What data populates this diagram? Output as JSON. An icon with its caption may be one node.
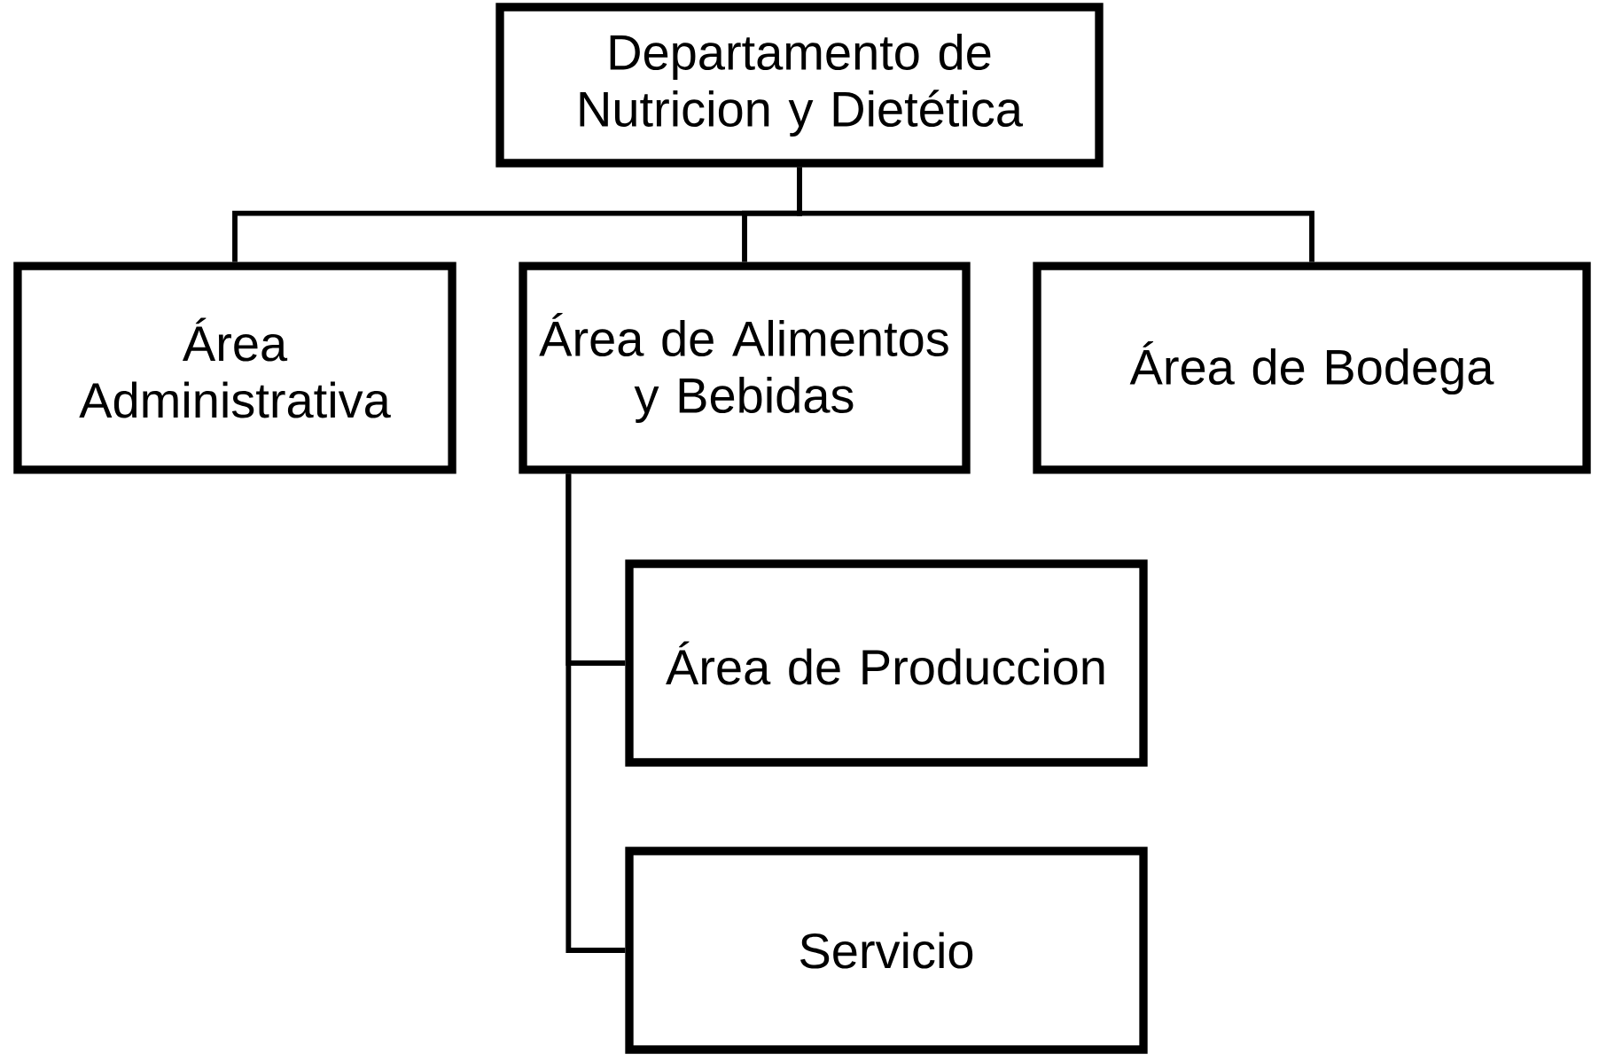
{
  "diagram": {
    "nodes": [
      {
        "text": [
          "Departamento de Nutricion y Dietética"
        ]
      },
      {
        "text": [
          "Área Administrativa"
        ]
      },
      {
        "text": [
          "Área de Alimentos y Bebidas"
        ]
      },
      {
        "text": [
          "Área de Bodega"
        ]
      },
      {
        "text": [
          "Área de Produccion"
        ]
      },
      {
        "text": [
          "Servicio"
        ]
      }
    ],
    "edges": [
      {
        "from": 0,
        "to": 1,
        "arrow": "none"
      },
      {
        "from": 0,
        "to": 2,
        "arrow": "none"
      },
      {
        "from": 0,
        "to": 3,
        "arrow": "none"
      },
      {
        "from": 2,
        "to": 4,
        "arrow": "none"
      },
      {
        "from": 2,
        "to": 5,
        "arrow": "none"
      }
    ]
  }
}
